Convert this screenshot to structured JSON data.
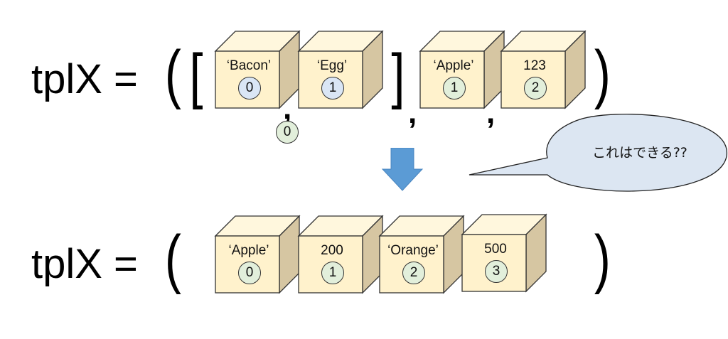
{
  "colors": {
    "cube_front": "#fff2cc",
    "cube_top": "#fff7dd",
    "cube_side": "#d6c6a2",
    "index_inner": "#dae6f5",
    "index_outer": "#e2efdb",
    "arrow": "#5b9bd5",
    "bubble": "#dce6f2"
  },
  "top_row": {
    "label": "tplX =",
    "open_paren": "(",
    "open_bracket": "[",
    "close_bracket": "]",
    "close_paren": ")",
    "comma": ",",
    "list_outer_index": "0",
    "list_items": [
      {
        "value": "‘Bacon’",
        "index": "0"
      },
      {
        "value": "‘Egg’",
        "index": "1"
      }
    ],
    "tuple_items": [
      {
        "value": "‘Apple’",
        "index": "1"
      },
      {
        "value": "123",
        "index": "2"
      }
    ]
  },
  "arrow_icon": "down-arrow",
  "speech_bubble": {
    "text": "これはできる??"
  },
  "bottom_row": {
    "label": "tplX =",
    "open_paren": "(",
    "close_paren": ")",
    "items": [
      {
        "value": "‘Apple’",
        "index": "0"
      },
      {
        "value": "200",
        "index": "1"
      },
      {
        "value": "‘Orange’",
        "index": "2"
      },
      {
        "value": "500",
        "index": "3"
      }
    ]
  }
}
